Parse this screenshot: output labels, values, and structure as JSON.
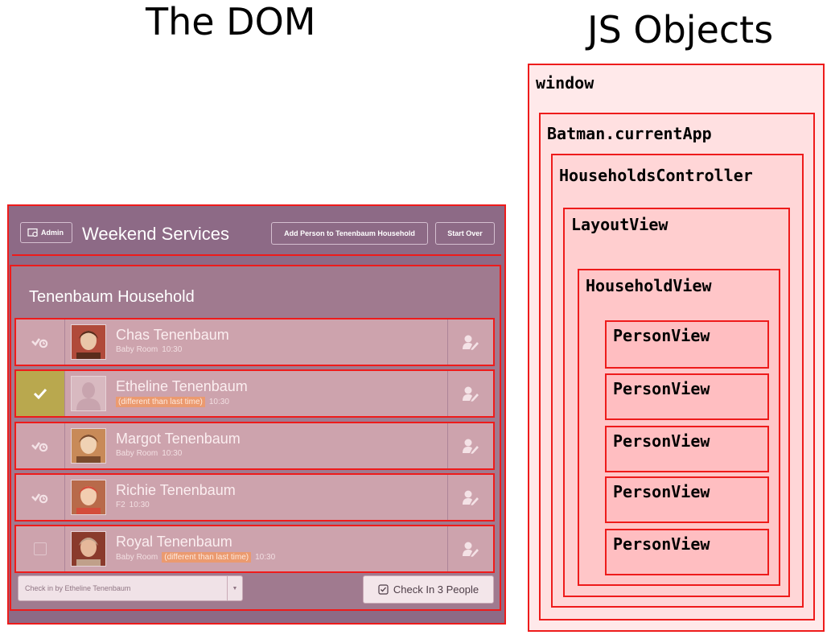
{
  "headings": {
    "dom": "The DOM",
    "js": "JS Objects"
  },
  "app": {
    "admin_label": "Admin",
    "title": "Weekend Services",
    "add_person_label": "Add Person to Tenenbaum Household",
    "start_over_label": "Start Over",
    "household_title": "Tenenbaum Household",
    "people": [
      {
        "name": "Chas Tenenbaum",
        "room": "Baby Room",
        "badge": "",
        "time": "10:30",
        "status": "checkin-icon"
      },
      {
        "name": "Etheline Tenenbaum",
        "room": "",
        "badge": "(different than last time)",
        "time": "10:30",
        "status": "checked"
      },
      {
        "name": "Margot Tenenbaum",
        "room": "Baby Room",
        "badge": "",
        "time": "10:30",
        "status": "checkin-icon"
      },
      {
        "name": "Richie Tenenbaum",
        "room": "F2",
        "badge": "",
        "time": "10:30",
        "status": "checkin-icon"
      },
      {
        "name": "Royal Tenenbaum",
        "room": "Baby Room",
        "badge": "(different than last time)",
        "time": "10:30",
        "status": "unchecked"
      }
    ],
    "checkin_by_placeholder": "Check in by Etheline Tenenbaum",
    "checkin_button_label": "Check In 3 People"
  },
  "js_objects": [
    "window",
    "Batman.currentApp",
    "HouseholdsController",
    "LayoutView",
    "HouseholdView",
    "PersonView",
    "PersonView",
    "PersonView",
    "PersonView",
    "PersonView"
  ],
  "colors": {
    "highlight_border": "#ee1b1b",
    "app_background": "#8d6a86",
    "checked_green": "#b9a84e",
    "badge_orange": "#eb9a6f"
  }
}
